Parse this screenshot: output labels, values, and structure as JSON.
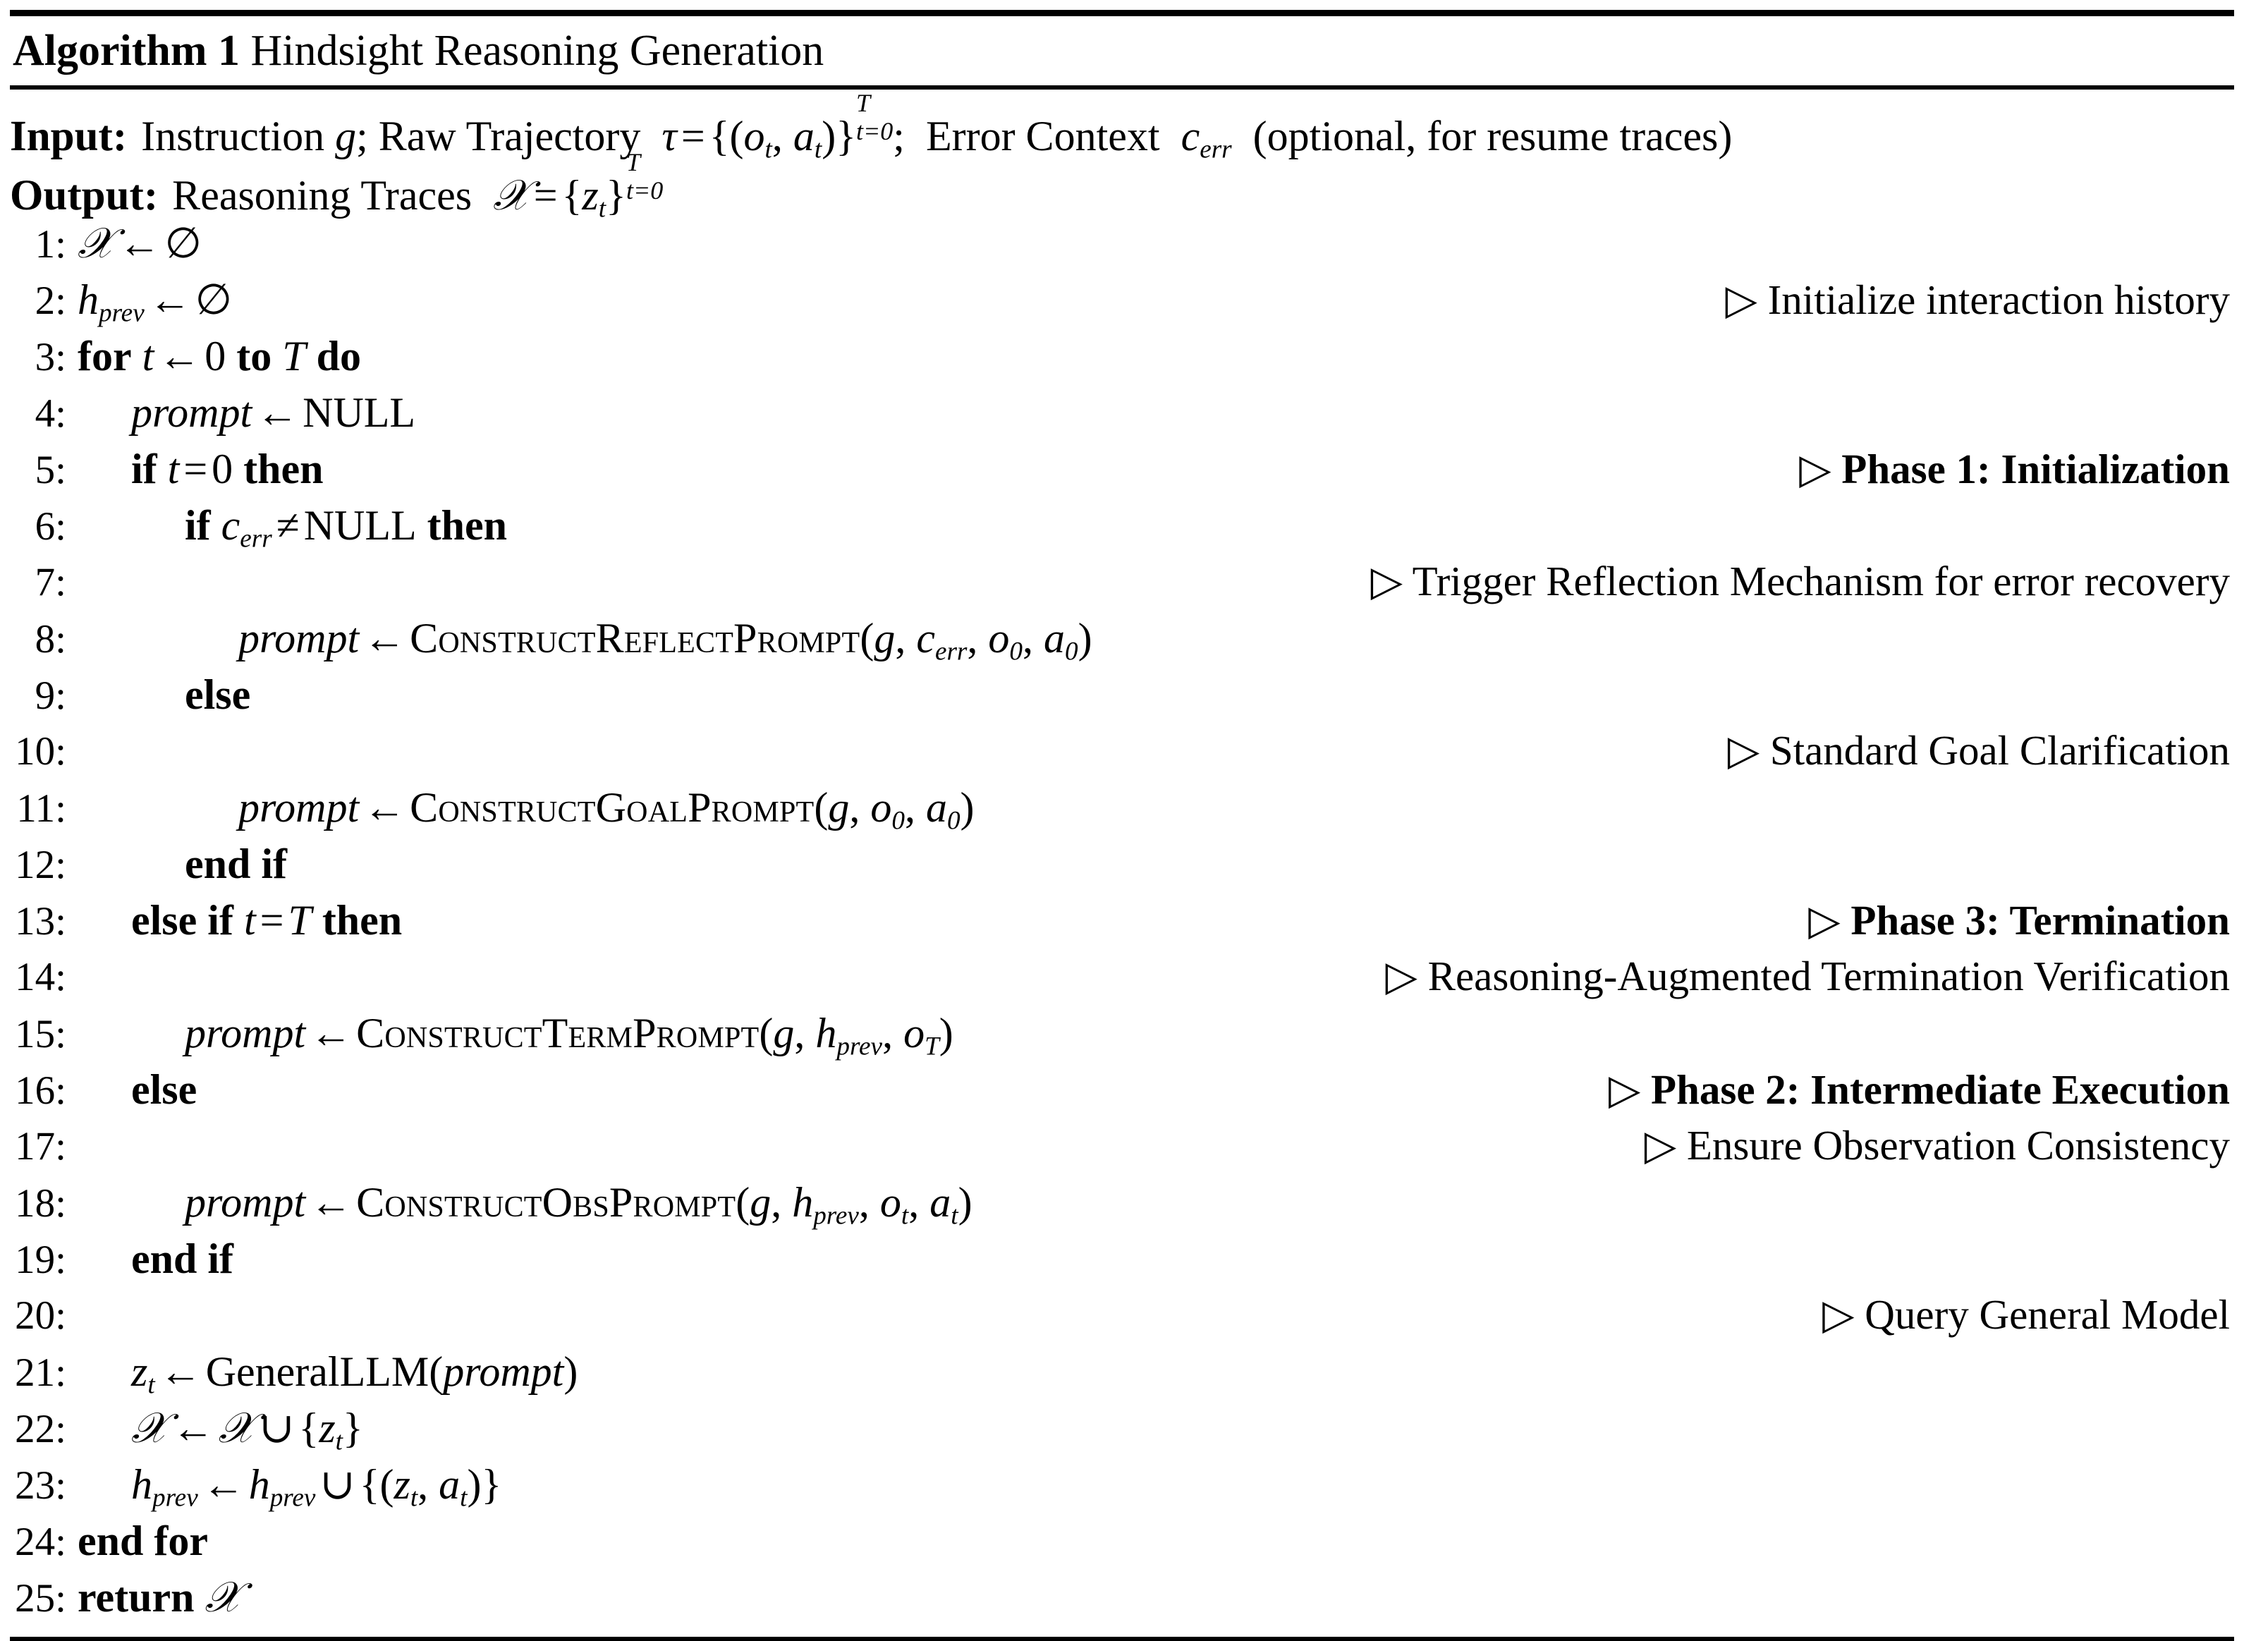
{
  "header": {
    "label": "Algorithm 1",
    "title": "Hindsight Reasoning Generation"
  },
  "io": {
    "input_label": "Input:",
    "input_text": "Instruction g; Raw Trajectory τ = {(o_t, a_t)}_{t=0}^{T}; Error Context c_err (optional, for resume traces)",
    "output_label": "Output:",
    "output_text": "Reasoning Traces 𝒵 = {z_t}_{t=0}^{T}"
  },
  "lines": [
    {
      "n": "1:",
      "code": "𝒵 ← ∅",
      "comment": ""
    },
    {
      "n": "2:",
      "code": "h_prev ← ∅",
      "comment": "▷ Initialize interaction history",
      "bold": false
    },
    {
      "n": "3:",
      "code": "for t ← 0 to T do",
      "comment": ""
    },
    {
      "n": "4:",
      "code": "prompt ← NULL",
      "comment": ""
    },
    {
      "n": "5:",
      "code": "if t = 0 then",
      "comment": "▷ Phase 1: Initialization",
      "bold": true
    },
    {
      "n": "6:",
      "code": "if c_err ≠ NULL then",
      "comment": ""
    },
    {
      "n": "7:",
      "code": "",
      "comment": "▷ Trigger Reflection Mechanism for error recovery",
      "bold": false
    },
    {
      "n": "8:",
      "code": "prompt ← ConstructReflectPrompt(g, c_err, o_0, a_0)",
      "comment": ""
    },
    {
      "n": "9:",
      "code": "else",
      "comment": ""
    },
    {
      "n": "10:",
      "code": "",
      "comment": "▷ Standard Goal Clarification",
      "bold": false
    },
    {
      "n": "11:",
      "code": "prompt ← ConstructGoalPrompt(g, o_0, a_0)",
      "comment": ""
    },
    {
      "n": "12:",
      "code": "end if",
      "comment": ""
    },
    {
      "n": "13:",
      "code": "else if t = T then",
      "comment": "▷ Phase 3: Termination",
      "bold": true
    },
    {
      "n": "14:",
      "code": "",
      "comment": "▷ Reasoning-Augmented Termination Verification",
      "bold": false
    },
    {
      "n": "15:",
      "code": "prompt ← ConstructTermPrompt(g, h_prev, o_T)",
      "comment": ""
    },
    {
      "n": "16:",
      "code": "else",
      "comment": "▷ Phase 2: Intermediate Execution",
      "bold": true
    },
    {
      "n": "17:",
      "code": "",
      "comment": "▷ Ensure Observation Consistency",
      "bold": false
    },
    {
      "n": "18:",
      "code": "prompt ← ConstructObsPrompt(g, h_prev, o_t, a_t)",
      "comment": ""
    },
    {
      "n": "19:",
      "code": "end if",
      "comment": ""
    },
    {
      "n": "20:",
      "code": "",
      "comment": "▷ Query General Model",
      "bold": false
    },
    {
      "n": "21:",
      "code": "z_t ← GeneralLLM(prompt)",
      "comment": ""
    },
    {
      "n": "22:",
      "code": "𝒵 ← 𝒵 ∪ {z_t}",
      "comment": ""
    },
    {
      "n": "23:",
      "code": "h_prev ← h_prev ∪ {(z_t, a_t)}",
      "comment": ""
    },
    {
      "n": "24:",
      "code": "end for",
      "comment": ""
    },
    {
      "n": "25:",
      "code": "return 𝒵",
      "comment": ""
    }
  ],
  "comments": {
    "c2": "▷ Initialize interaction history",
    "c5": "▷ Phase 1: Initialization",
    "c7": "▷ Trigger Reflection Mechanism for error recovery",
    "c10": "▷ Standard Goal Clarification",
    "c13": "▷ Phase 3: Termination",
    "c14": "▷ Reasoning-Augmented Termination Verification",
    "c16": "▷ Phase 2: Intermediate Execution",
    "c17": "▷ Ensure Observation Consistency",
    "c20": "▷ Query General Model"
  },
  "linenos": {
    "n1": "1:",
    "n2": "2:",
    "n3": "3:",
    "n4": "4:",
    "n5": "5:",
    "n6": "6:",
    "n7": "7:",
    "n8": "8:",
    "n9": "9:",
    "n10": "10:",
    "n11": "11:",
    "n12": "12:",
    "n13": "13:",
    "n14": "14:",
    "n15": "15:",
    "n16": "16:",
    "n17": "17:",
    "n18": "18:",
    "n19": "19:",
    "n20": "20:",
    "n21": "21:",
    "n22": "22:",
    "n23": "23:",
    "n24": "24:",
    "n25": "25:"
  },
  "tokens": {
    "input_label": "Input:",
    "output_label": "Output:",
    "instruction": "Instruction",
    "raw_trajectory": "Raw Trajectory",
    "error_context": "Error Context",
    "optional_note": "(optional, for resume traces)",
    "reasoning_traces": "Reasoning Traces",
    "kw_for": "for",
    "kw_to": "to",
    "kw_do": "do",
    "kw_if": "if",
    "kw_then": "then",
    "kw_else": "else",
    "kw_else_if": "else if",
    "kw_end_if": "end if",
    "kw_end_for": "end for",
    "kw_return": "return",
    "null": "NULL",
    "prompt": "prompt",
    "fn_reflect": "ConstructReflectPrompt",
    "fn_goal": "ConstructGoalPrompt",
    "fn_term": "ConstructTermPrompt",
    "fn_obs": "ConstructObsPrompt",
    "fn_llm": "GeneralLLM"
  }
}
